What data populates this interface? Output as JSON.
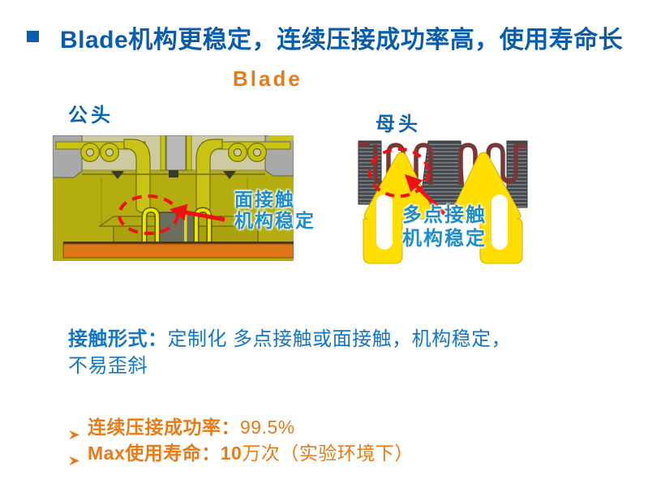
{
  "title": {
    "text": "Blade机构更稳定，连续压接成功率高，使用寿命长"
  },
  "subtitle": {
    "text": "Blade"
  },
  "left_figure": {
    "label": "公头",
    "annotation_line1": "面接触",
    "annotation_line2": "机构稳定"
  },
  "right_figure": {
    "label": "母头",
    "annotation_line1": "多点接触",
    "annotation_line2": "机构稳定"
  },
  "paragraph": {
    "lead": "接触形式：",
    "line1": "定制化 多点接触或面接触，机构稳定，",
    "line2": "不易歪斜"
  },
  "bullets": [
    {
      "label": "连续压接成功率：",
      "value": "99.5%"
    },
    {
      "label": "Max使用寿命：10",
      "value": "万次（实验环境下）"
    }
  ],
  "colors": {
    "title-blue": "#0a5dad",
    "label-blue": "#0a64b4",
    "body-blue": "#1377c6",
    "annotation-blue": "#1f8dcb",
    "accent-orange": "#e97b17",
    "highlight-red": "#ee1111",
    "housing-olive": "#b3ad10",
    "contact-maroon": "#7b3737",
    "blade-yellow": "#ffdf00",
    "base-orange": "#dd7418"
  }
}
